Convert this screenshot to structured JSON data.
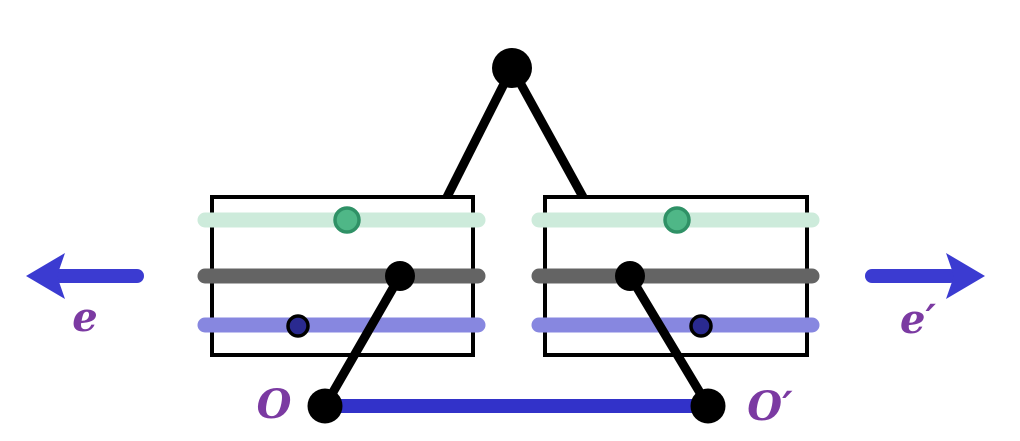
{
  "figure": {
    "labels": {
      "left_arrow": "e",
      "right_arrow": "e′",
      "left_origin": "O",
      "right_origin": "O′"
    },
    "colors": {
      "background": "#ffffff",
      "black": "#000000",
      "teal_bar": "#cdebdb",
      "gray_bar": "#646464",
      "periwinkle_bar": "#8787e0",
      "green_dot_fill": "#4fb787",
      "green_dot_stroke": "#2f9166",
      "navy_dot_fill": "#2a2a90",
      "arrow_blue": "#3b3bd1",
      "segment_blue": "#3232c9",
      "label_purple": "#7b3aa2"
    }
  }
}
